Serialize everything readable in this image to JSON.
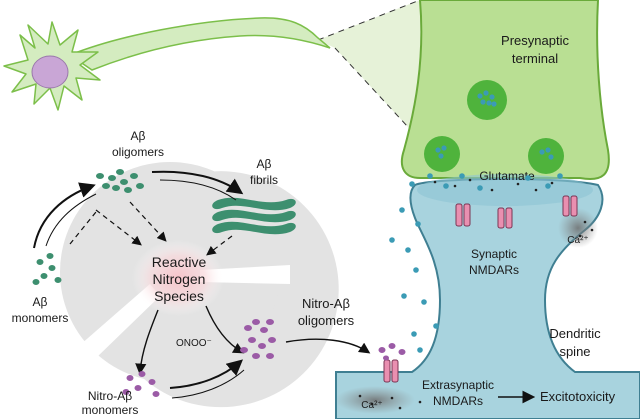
{
  "labels": {
    "presynaptic_line1": "Presynaptic",
    "presynaptic_line2": "terminal",
    "glutamate": "Glutamate",
    "ca_synaptic": "Ca²⁺",
    "synaptic_line1": "Synaptic",
    "synaptic_line2": "NMDARs",
    "dendritic_line1": "Dendritic",
    "dendritic_line2": "spine",
    "extrasynaptic_line1": "Extrasynaptic",
    "extrasynaptic_line2": "NMDARs",
    "ca_extrasynaptic": "Ca²⁺",
    "excitotoxicity": "Excitotoxicity",
    "ab_oligomers_line1": "Aβ",
    "ab_oligomers_line2": "oligomers",
    "ab_fibrils_line1": "Aβ",
    "ab_fibrils_line2": "fibrils",
    "ab_monomers_line1": "Aβ",
    "ab_monomers_line2": "monomers",
    "rns_line1": "Reactive",
    "rns_line2": "Nitrogen",
    "rns_line3": "Species",
    "onoo": "ONOO⁻",
    "nitro_oligomers_line1": "Nitro-Aβ",
    "nitro_oligomers_line2": "oligomers",
    "nitro_monomers_line1": "Nitro-Aβ",
    "nitro_monomers_line2": "monomers"
  },
  "colors": {
    "neuron_fill": "#d4ecc0",
    "neuron_stroke": "#7cbf4a",
    "nucleus": "#c9a6d6",
    "presynaptic_fill": "#b9df93",
    "vesicle_fill": "#4fb33c",
    "glutamate_dot": "#3b9bb5",
    "spine_fill": "#a8d3de",
    "spine_stroke": "#3f7f92",
    "receptor": "#e98fb0",
    "cycle_disk": "#e3e3e3",
    "abeta_green": "#3d8f6f",
    "abeta_purple": "#9b5ba6",
    "rns_glow": "#f6c9cf",
    "cone_fill": "#e7f3da"
  }
}
